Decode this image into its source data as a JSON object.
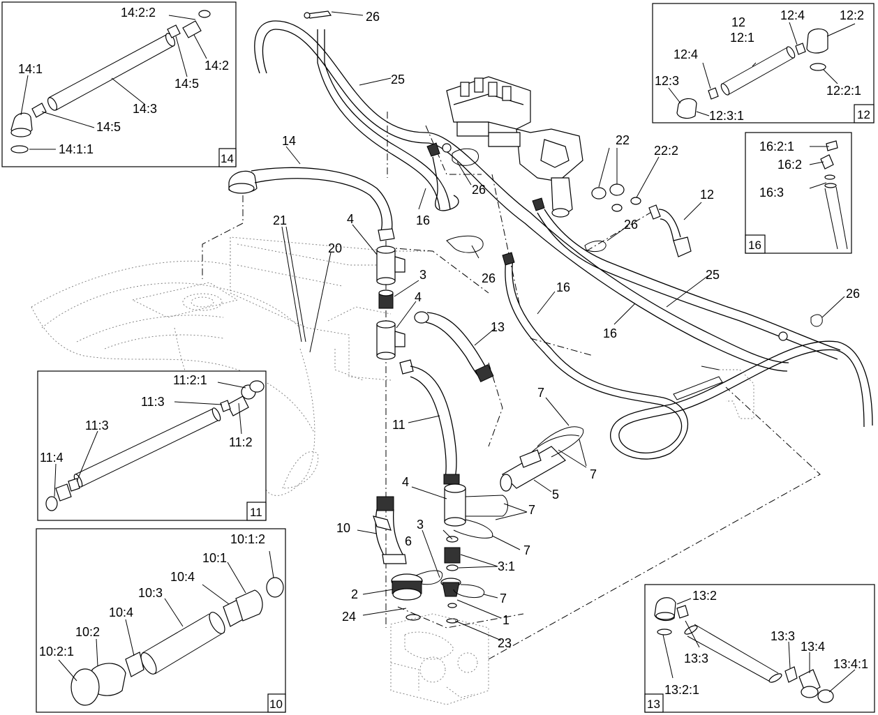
{
  "main_labels": [
    {
      "text": "26"
    },
    {
      "text": "25"
    },
    {
      "text": "14"
    },
    {
      "text": "16"
    },
    {
      "text": "26"
    },
    {
      "text": "22"
    },
    {
      "text": "22:2"
    },
    {
      "text": "12"
    },
    {
      "text": "26"
    },
    {
      "text": "21"
    },
    {
      "text": "20"
    },
    {
      "text": "4"
    },
    {
      "text": "26"
    },
    {
      "text": "3"
    },
    {
      "text": "4"
    },
    {
      "text": "16"
    },
    {
      "text": "13"
    },
    {
      "text": "25"
    },
    {
      "text": "16"
    },
    {
      "text": "26"
    },
    {
      "text": "11"
    },
    {
      "text": "7"
    },
    {
      "text": "7"
    },
    {
      "text": "5"
    },
    {
      "text": "4"
    },
    {
      "text": "7"
    },
    {
      "text": "10"
    },
    {
      "text": "3"
    },
    {
      "text": "6"
    },
    {
      "text": "7"
    },
    {
      "text": "3:1"
    },
    {
      "text": "2"
    },
    {
      "text": "7"
    },
    {
      "text": "24"
    },
    {
      "text": "1"
    },
    {
      "text": "23"
    }
  ],
  "insets": {
    "box14": {
      "number": "14",
      "labels": [
        {
          "text": "14:2:2"
        },
        {
          "text": "14:2"
        },
        {
          "text": "14:5"
        },
        {
          "text": "14:1"
        },
        {
          "text": "14:3"
        },
        {
          "text": "14:5"
        },
        {
          "text": "14:1:1"
        }
      ]
    },
    "box12": {
      "number": "12",
      "labels": [
        {
          "text": "12"
        },
        {
          "text": "12:1"
        },
        {
          "text": "12:4"
        },
        {
          "text": "12:2"
        },
        {
          "text": "12:4"
        },
        {
          "text": "12:3"
        },
        {
          "text": "12:2:1"
        },
        {
          "text": "12:3:1"
        }
      ]
    },
    "box16": {
      "number": "16",
      "labels": [
        {
          "text": "16:2:1"
        },
        {
          "text": "16:2"
        },
        {
          "text": "16:3"
        }
      ]
    },
    "box11": {
      "number": "11",
      "labels": [
        {
          "text": "11:2:1"
        },
        {
          "text": "11:3"
        },
        {
          "text": "11:3"
        },
        {
          "text": "11:2"
        },
        {
          "text": "11:4"
        }
      ]
    },
    "box10": {
      "number": "10",
      "labels": [
        {
          "text": "10:1:2"
        },
        {
          "text": "10:1"
        },
        {
          "text": "10:4"
        },
        {
          "text": "10:3"
        },
        {
          "text": "10:4"
        },
        {
          "text": "10:2"
        },
        {
          "text": "10:2:1"
        }
      ]
    },
    "box13": {
      "number": "13",
      "labels": [
        {
          "text": "13:2"
        },
        {
          "text": "13:3"
        },
        {
          "text": "13:4"
        },
        {
          "text": "13:4:1"
        },
        {
          "text": "13:3"
        },
        {
          "text": "13:2:1"
        }
      ]
    }
  }
}
